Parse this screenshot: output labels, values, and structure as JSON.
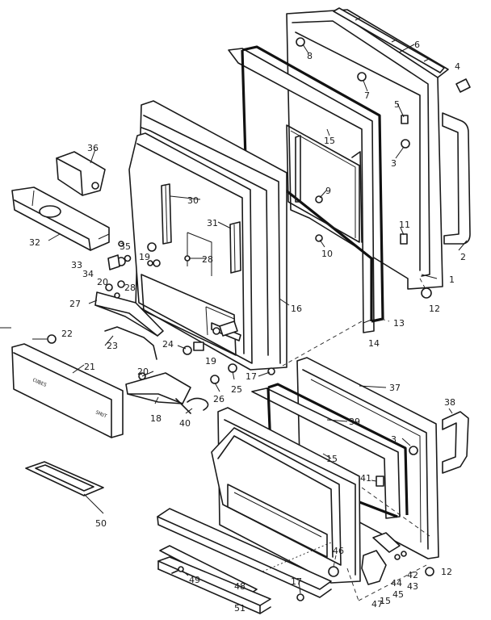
{
  "labels": [
    {
      "id": "1",
      "text": "1"
    },
    {
      "id": "2",
      "text": "2"
    },
    {
      "id": "3a",
      "text": "3"
    },
    {
      "id": "3b",
      "text": "3"
    },
    {
      "id": "4",
      "text": "4"
    },
    {
      "id": "5",
      "text": "5"
    },
    {
      "id": "6",
      "text": "6"
    },
    {
      "id": "7",
      "text": "7"
    },
    {
      "id": "8",
      "text": "8"
    },
    {
      "id": "9",
      "text": "9"
    },
    {
      "id": "10",
      "text": "10"
    },
    {
      "id": "11",
      "text": "11"
    },
    {
      "id": "12a",
      "text": "12"
    },
    {
      "id": "12b",
      "text": "12"
    },
    {
      "id": "13",
      "text": "13"
    },
    {
      "id": "14",
      "text": "14"
    },
    {
      "id": "15a",
      "text": "15"
    },
    {
      "id": "15b",
      "text": "15"
    },
    {
      "id": "15c",
      "text": "15"
    },
    {
      "id": "16",
      "text": "16"
    },
    {
      "id": "17a",
      "text": "17"
    },
    {
      "id": "17b",
      "text": "17"
    },
    {
      "id": "18",
      "text": "18"
    },
    {
      "id": "19a",
      "text": "19"
    },
    {
      "id": "19b",
      "text": "19"
    },
    {
      "id": "20a",
      "text": "20"
    },
    {
      "id": "20b",
      "text": "20"
    },
    {
      "id": "21",
      "text": "21"
    },
    {
      "id": "22",
      "text": "22"
    },
    {
      "id": "23",
      "text": "23"
    },
    {
      "id": "24",
      "text": "24"
    },
    {
      "id": "25",
      "text": "25"
    },
    {
      "id": "26",
      "text": "26"
    },
    {
      "id": "27",
      "text": "27"
    },
    {
      "id": "28a",
      "text": "28"
    },
    {
      "id": "28b",
      "text": "28"
    },
    {
      "id": "30",
      "text": "30"
    },
    {
      "id": "31",
      "text": "31"
    },
    {
      "id": "32",
      "text": "32"
    },
    {
      "id": "33",
      "text": "33"
    },
    {
      "id": "34",
      "text": "34"
    },
    {
      "id": "35",
      "text": "35"
    },
    {
      "id": "36",
      "text": "36"
    },
    {
      "id": "37",
      "text": "37"
    },
    {
      "id": "38",
      "text": "38"
    },
    {
      "id": "39",
      "text": "39"
    },
    {
      "id": "40",
      "text": "40"
    },
    {
      "id": "41",
      "text": "41"
    },
    {
      "id": "42",
      "text": "42"
    },
    {
      "id": "43",
      "text": "43"
    },
    {
      "id": "44",
      "text": "44"
    },
    {
      "id": "45",
      "text": "45"
    },
    {
      "id": "46",
      "text": "46"
    },
    {
      "id": "47",
      "text": "47"
    },
    {
      "id": "48",
      "text": "48"
    },
    {
      "id": "49",
      "text": "49"
    },
    {
      "id": "50",
      "text": "50"
    },
    {
      "id": "51",
      "text": "51"
    }
  ],
  "panel_text": {
    "left": "CUBES",
    "right": "SHUT"
  }
}
